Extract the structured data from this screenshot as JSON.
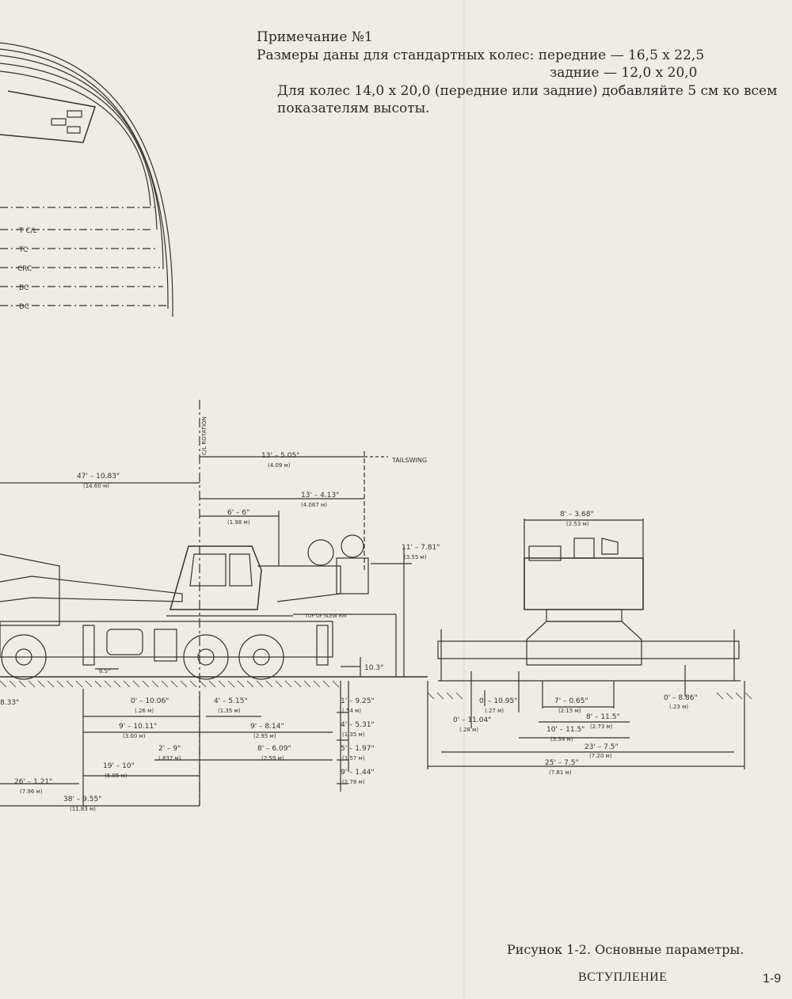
{
  "note": {
    "title": "Примечание №1",
    "line1": "Размеры даны для стандартных колес: передние — 16,5 x 22,5",
    "line2": "задние — 12,0 x 20,0",
    "line3": "Для колес 14,0 x 20,0 (передние или задние) добавляйте 5 см ко всем",
    "line4": "показателям высоты."
  },
  "radius_labels": [
    "T C/L",
    "TC",
    "CRC",
    "BC",
    "DC"
  ],
  "side_dims": [
    {
      "ft": "47' – 10.83\"",
      "m": "(14.60 м)"
    },
    {
      "ft": "13' – 5.05\"",
      "m": "(4.09 м)"
    },
    {
      "ft": "13' – 4.13\"",
      "m": "(4.067 м)"
    },
    {
      "ft": "6' – 6\"",
      "m": "(1.98 м)"
    },
    {
      "ft": "11' – 7.81\"",
      "m": "(3.55 м)"
    },
    {
      "ft": "0' – 10.06\"",
      "m": "(.26 м)"
    },
    {
      "ft": "4' – 5.15\"",
      "m": "(1.35 м)"
    },
    {
      "ft": "1' – 9.25\"",
      "m": "(.54 м)"
    },
    {
      "ft": "9' – 10.11\"",
      "m": "(3.00 м)"
    },
    {
      "ft": "9' – 8.14\"",
      "m": "(2.95 м)"
    },
    {
      "ft": "4' – 5.31\"",
      "m": "(1.35 м)"
    },
    {
      "ft": "2' – 9\"",
      "m": "(.837 м)"
    },
    {
      "ft": "8' – 6.09\"",
      "m": "(2.59 м)"
    },
    {
      "ft": "5' – 1.97\"",
      "m": "(1.57 м)"
    },
    {
      "ft": "19' – 10\"",
      "m": "(6.05 м)"
    },
    {
      "ft": "9' – 1.44\"",
      "m": "(2.78 м)"
    },
    {
      "ft": "26' – 1.21\"",
      "m": "(7.96 м)"
    },
    {
      "ft": "38' – 9.55\"",
      "m": "(11.83 м)"
    }
  ],
  "side_labels": {
    "tailswing": "TAILSWING",
    "rotation": "C/L ROTATION",
    "slew": "TOP OF SLEW RM",
    "h103": "10.3°",
    "h85": "8.5°",
    "cut": "8.33\""
  },
  "rear_dims": [
    {
      "ft": "8' – 3.68\"",
      "m": "(2.53 м)"
    },
    {
      "ft": "0' – 10.95\"",
      "m": "(.27 м)"
    },
    {
      "ft": "7' – 0.65\"",
      "m": "(2.15 м)"
    },
    {
      "ft": "0' – 11.04\"",
      "m": "(.28 м)"
    },
    {
      "ft": "8' – 11.5\"",
      "m": "(2.73 м)"
    },
    {
      "ft": "10' – 11.5\"",
      "m": "(3.34 м)"
    },
    {
      "ft": "0' – 8.86\"",
      "m": "(.23 м)"
    },
    {
      "ft": "23' – 7.5\"",
      "m": "(7.20 м)"
    },
    {
      "ft": "25' – 7.5\"",
      "m": "(7.81 м)"
    }
  ],
  "caption": "Рисунок 1-2. Основные параметры.",
  "section": "ВСТУПЛЕНИЕ",
  "page_number": "1-9"
}
